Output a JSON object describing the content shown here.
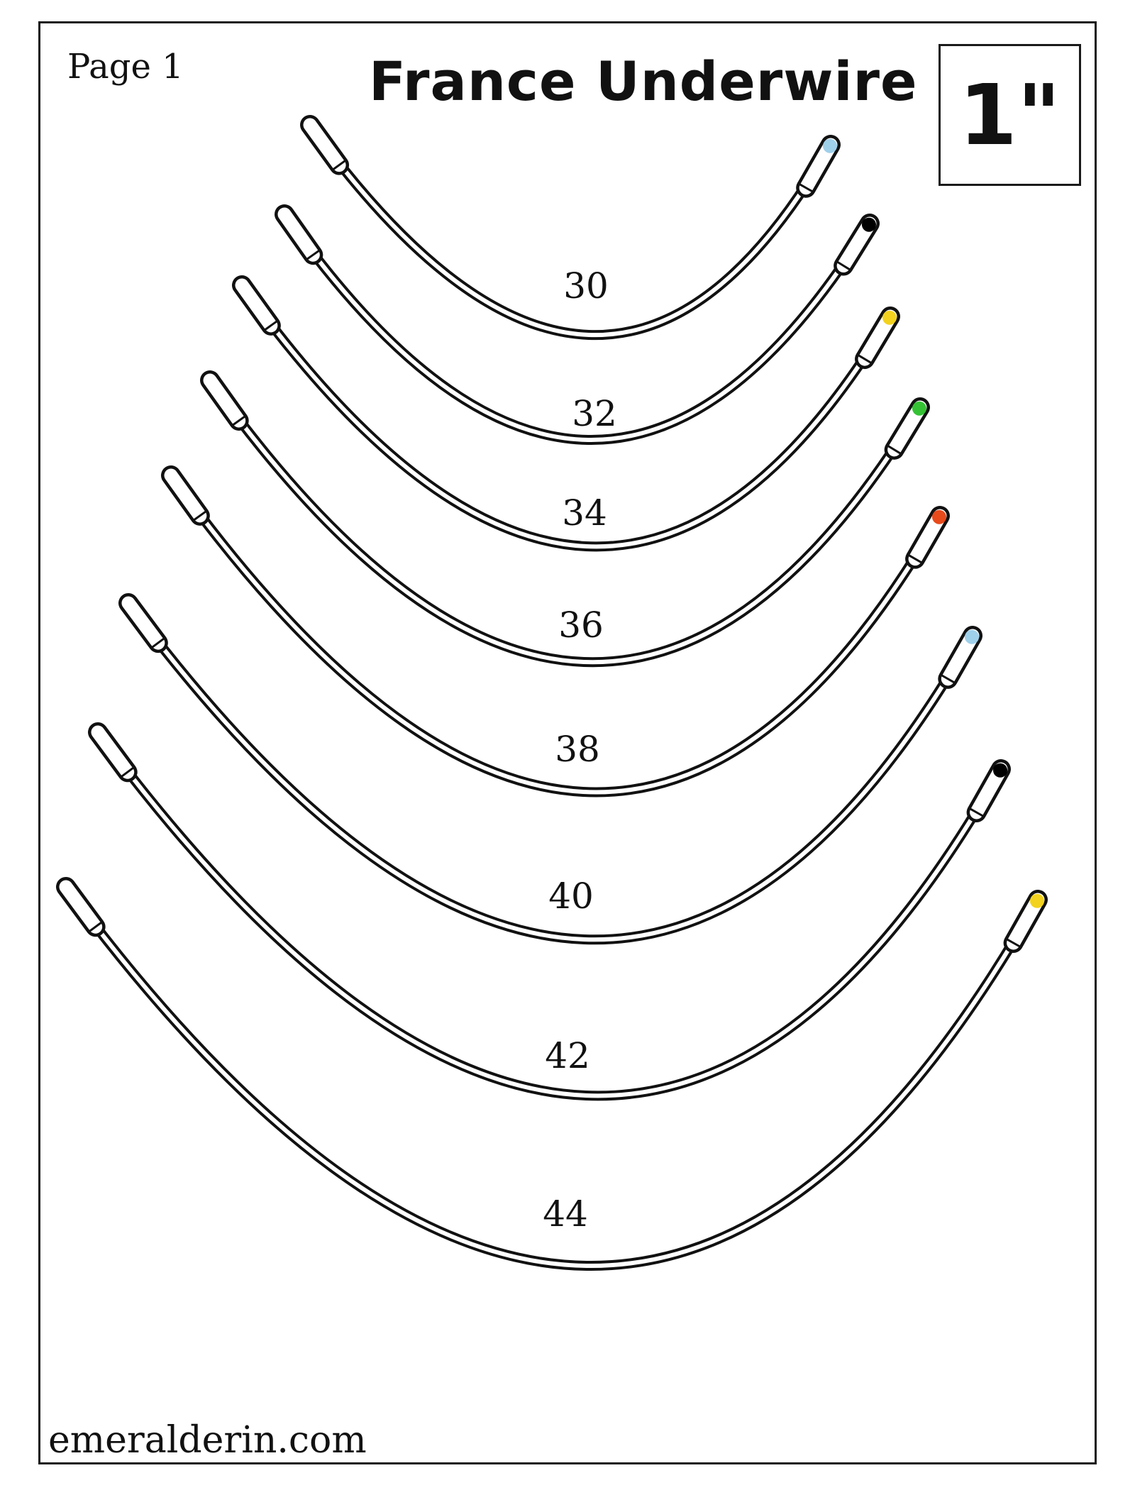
{
  "header": {
    "page_label": "Page 1",
    "title": "France Underwire",
    "size_label": "1\""
  },
  "footer": {
    "website": "emeralderin.com"
  },
  "wires": [
    {
      "label": "30",
      "tip_color": "#9fd0ea"
    },
    {
      "label": "32",
      "tip_color": "#000000"
    },
    {
      "label": "34",
      "tip_color": "#f2d21e"
    },
    {
      "label": "36",
      "tip_color": "#34c234"
    },
    {
      "label": "38",
      "tip_color": "#e84a1c"
    },
    {
      "label": "40",
      "tip_color": "#9fd0ea"
    },
    {
      "label": "42",
      "tip_color": "#000000"
    },
    {
      "label": "44",
      "tip_color": "#f2d21e"
    }
  ]
}
